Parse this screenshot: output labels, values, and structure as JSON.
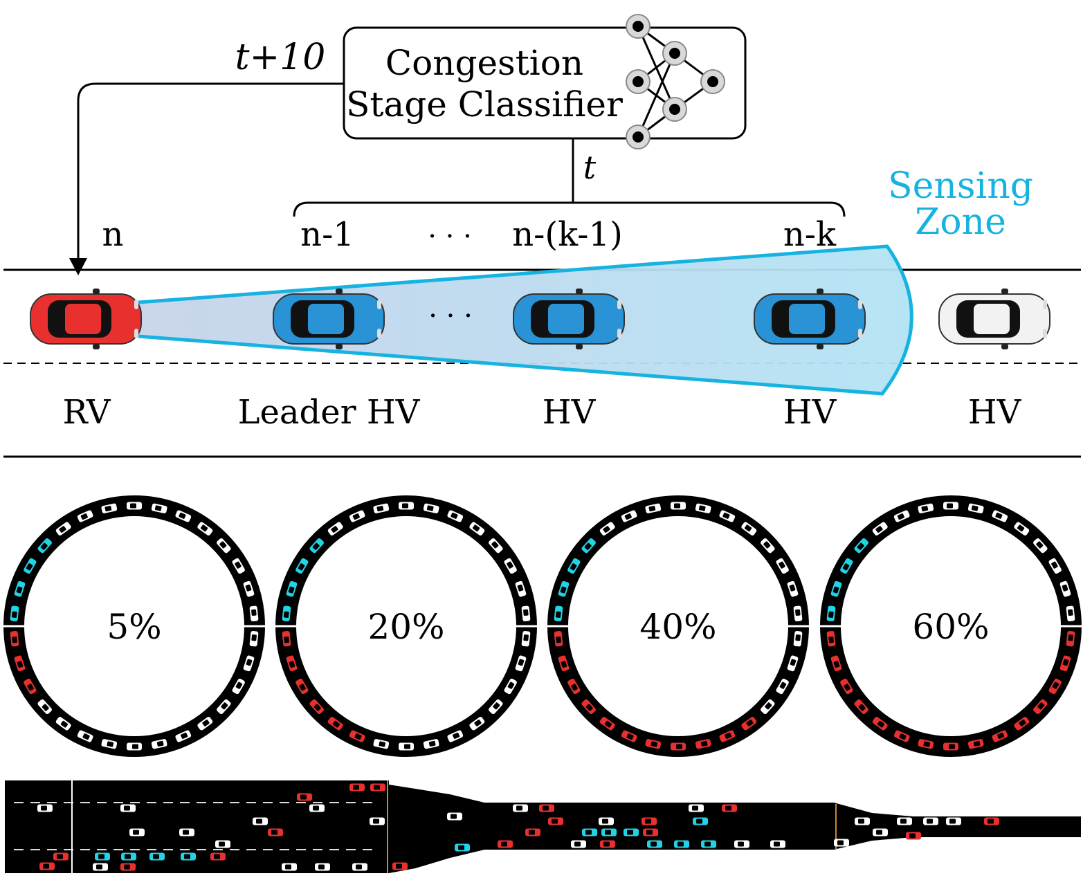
{
  "classifier": {
    "line1": "Congestion",
    "line2": "Stage Classifier",
    "feedback_label": "t+10",
    "input_label": "t"
  },
  "sensing_zone": {
    "line1": "Sensing",
    "line2": "Zone",
    "color": "#16b3e0"
  },
  "vehicle_indices": {
    "n": "n",
    "n1": "n-1",
    "nk1": "n-(k-1)",
    "nk": "n-k",
    "ellipsis": "· · ·"
  },
  "vehicle_roles": {
    "rv": "RV",
    "leader": "Leader HV",
    "hv1": "HV",
    "hv2": "HV",
    "hv3": "HV"
  },
  "rings": [
    {
      "label": "5%",
      "red_count": 3
    },
    {
      "label": "20%",
      "red_count": 6
    },
    {
      "label": "40%",
      "red_count": 11
    },
    {
      "label": "60%",
      "red_count": 15
    }
  ],
  "colors": {
    "rv": "#e8302f",
    "hv_blue": "#2a93d5",
    "hv_white": "#f2f2f2",
    "leader_cyan": "#22d3e6",
    "road": "#000000"
  }
}
